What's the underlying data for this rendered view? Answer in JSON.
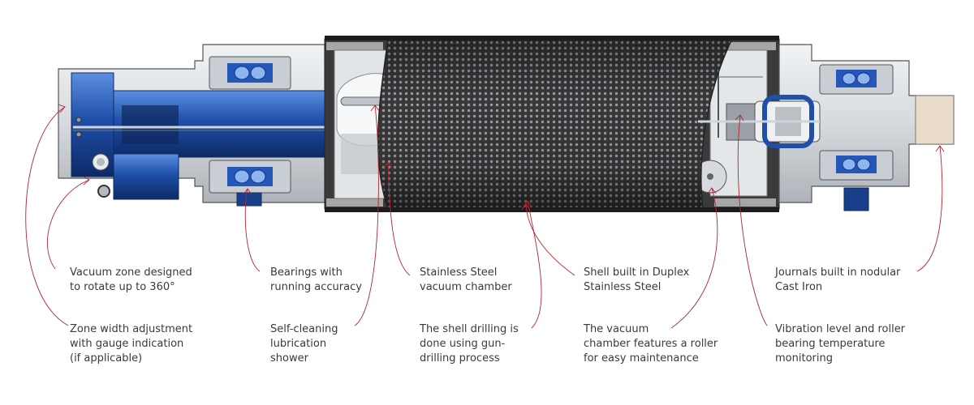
{
  "colors": {
    "steel_blue": "#1f4fa8",
    "dark_blue": "#0d2a66",
    "light_blue": "#5b8fe0",
    "silver": "#d9dde2",
    "shell_dark": "#3b3b3d",
    "leader_red": "#b3262e",
    "text": "#3a3a3a"
  },
  "labels": {
    "vacuum_zone": [
      "Vacuum zone designed",
      "to rotate up to 360°"
    ],
    "zone_width": [
      "Zone width adjustment",
      "with gauge indication",
      "(if applicable)"
    ],
    "bearings": [
      "Bearings with",
      "running accuracy"
    ],
    "self_cleaning": [
      "Self-cleaning",
      "lubrication",
      "shower"
    ],
    "stainless_chamber": [
      "Stainless Steel",
      "vacuum chamber"
    ],
    "shell_drilling": [
      "The shell drilling is",
      "done using gun-",
      "drilling process"
    ],
    "shell_duplex": [
      "Shell built in Duplex",
      "Stainless Steel"
    ],
    "vacuum_roller": [
      "The vacuum",
      "chamber features a roller",
      "for easy maintenance"
    ],
    "journals": [
      "Journals built in nodular",
      "Cast Iron"
    ],
    "vibration": [
      "Vibration level and roller",
      "bearing temperature",
      "monitoring"
    ]
  }
}
